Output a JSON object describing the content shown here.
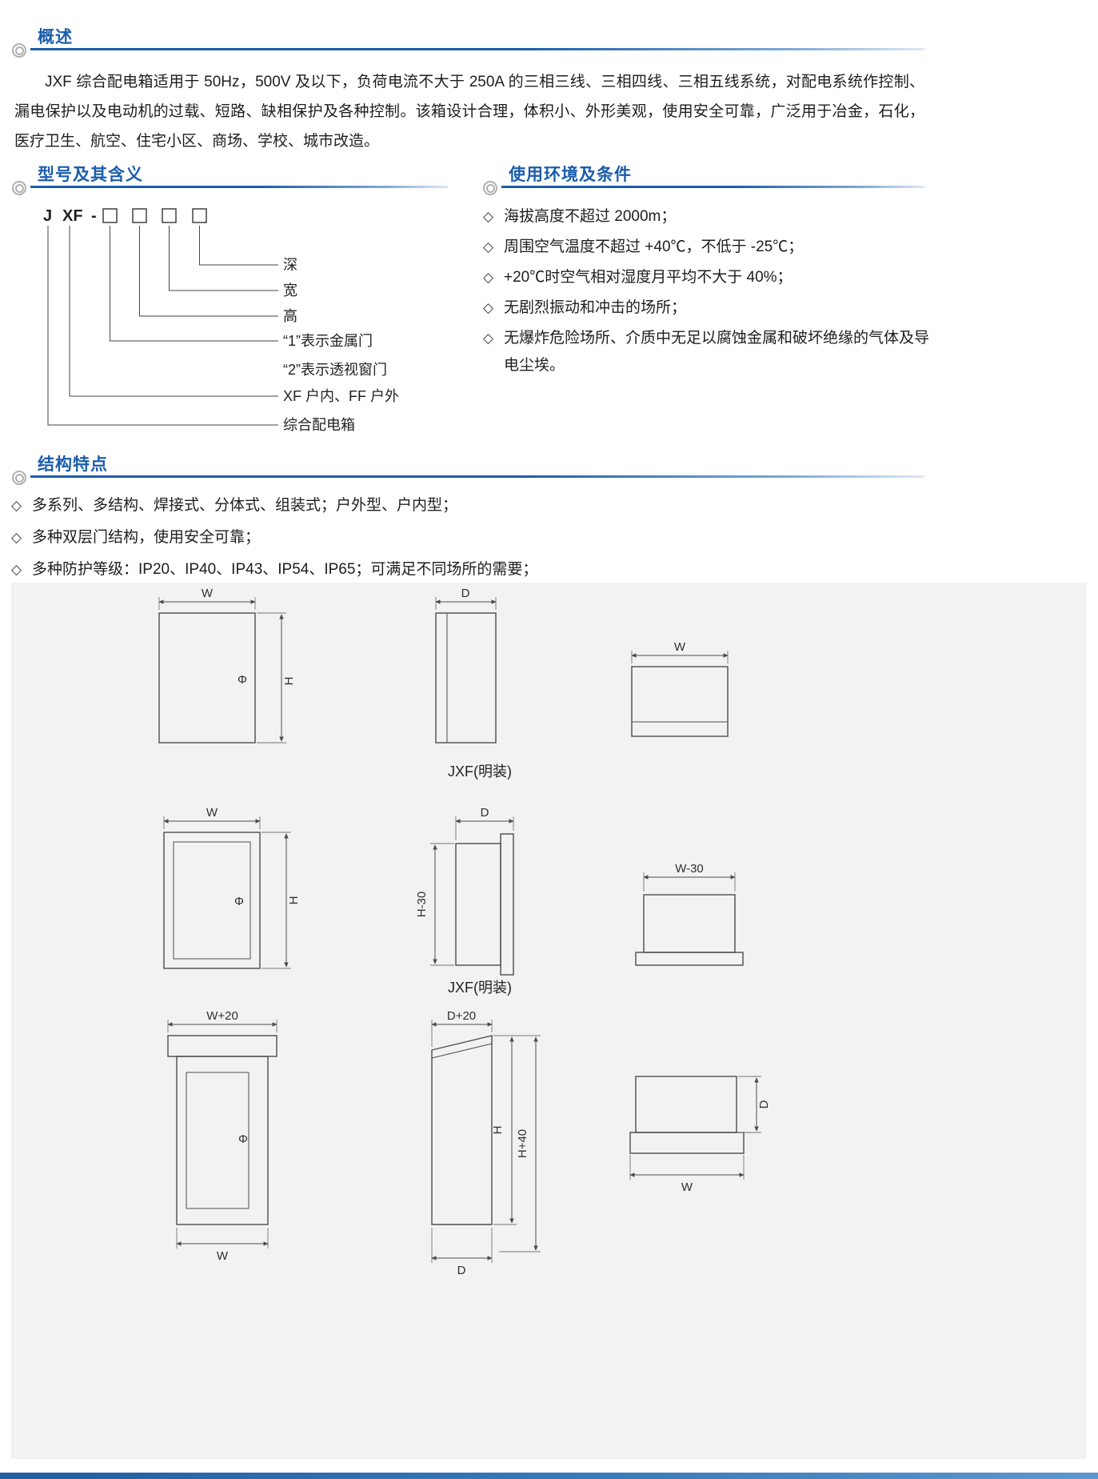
{
  "accent": "#1b5dab",
  "bullet_glyph": "◇",
  "overview": {
    "title": "概述",
    "paragraph": "JXF 综合配电箱适用于 50Hz，500V 及以下，负荷电流不大于 250A 的三相三线、三相四线、三相五线系统，对配电系统作控制、漏电保护以及电动机的过载、短路、缺相保护及各种控制。该箱设计合理，体积小、外形美观，使用安全可靠，广泛用于冶金，石化，医疗卫生、航空、住宅小区、商场、学校、城市改造。"
  },
  "model": {
    "title": "型号及其含义",
    "code_j": "J",
    "code_xf": "XF",
    "code_dash": "-",
    "labels": {
      "depth": "深",
      "width": "宽",
      "height": "高",
      "door1": "“1”表示金属门",
      "door2": "“2”表示透视窗门",
      "xfff": "XF 户内、FF 户外",
      "name": "综合配电箱"
    }
  },
  "environment": {
    "title": "使用环境及条件",
    "items": [
      "海拔高度不超过 2000m；",
      "周围空气温度不超过 +40℃，不低于 -25℃；",
      "+20℃时空气相对湿度月平均不大于 40%；",
      "无剧烈振动和冲击的场所；",
      "无爆炸危险场所、介质中无足以腐蚀金属和破坏绝缘的气体及导电尘埃。"
    ]
  },
  "features": {
    "title": "结构特点",
    "items": [
      "多系列、多结构、焊接式、分体式、组装式；户外型、户内型；",
      "多种双层门结构，使用安全可靠；",
      "多种防护等级：IP20、IP40、IP43、IP54、IP65；可满足不同场所的需要；"
    ]
  },
  "drawings": {
    "caption1": "JXF(明装)",
    "caption2": "JXF(明装)",
    "row1": {
      "w": "W",
      "h": "H",
      "phi": "Φ",
      "d": "D",
      "top_w": "W"
    },
    "row2": {
      "w": "W",
      "h": "H",
      "phi": "Φ",
      "d": "D",
      "h30": "H-30",
      "w30": "W-30"
    },
    "row3": {
      "w20": "W+20",
      "w": "W",
      "phi": "Φ",
      "d20": "D+20",
      "h": "H",
      "h40": "H+40",
      "d": "D",
      "right_d": "D",
      "right_w": "W"
    }
  }
}
